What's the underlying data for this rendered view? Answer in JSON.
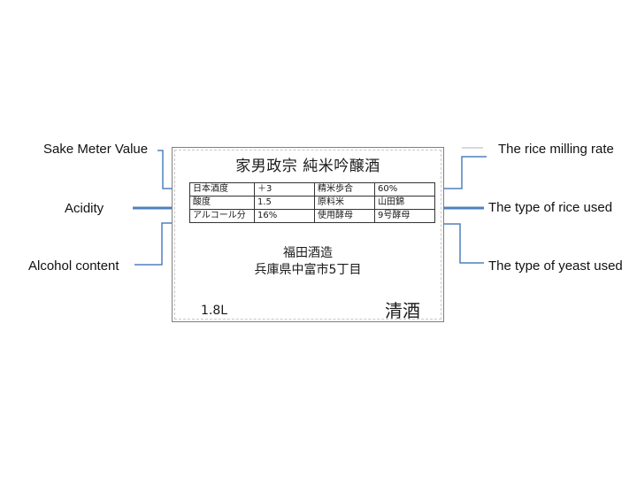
{
  "callouts": {
    "sake_meter_value": "Sake Meter Value",
    "acidity": "Acidity",
    "alcohol_content": "Alcohol content",
    "rice_milling_rate": "The rice milling rate",
    "rice_type": "The type of rice used",
    "yeast_type": "The type of yeast used"
  },
  "label": {
    "title": "家男政宗  純米吟醸酒",
    "table": {
      "rows": [
        {
          "k1": "日本酒度",
          "v1": "＋3",
          "k2": "精米歩合",
          "v2": "60%"
        },
        {
          "k1": "酸度",
          "v1": "1.5",
          "k2": "原料米",
          "v2": "山田錦"
        },
        {
          "k1": "アルコール分",
          "v1": "16%",
          "k2": "使用酵母",
          "v2": "9号酵母"
        }
      ]
    },
    "brewery_name": "福田酒造",
    "address": "兵庫県中富市5丁目",
    "volume": "1.8L",
    "kind": "清酒"
  },
  "colors": {
    "accent": "#4f81bd",
    "accent_light": "#d9d9d9",
    "border": "#7f7f7f"
  }
}
